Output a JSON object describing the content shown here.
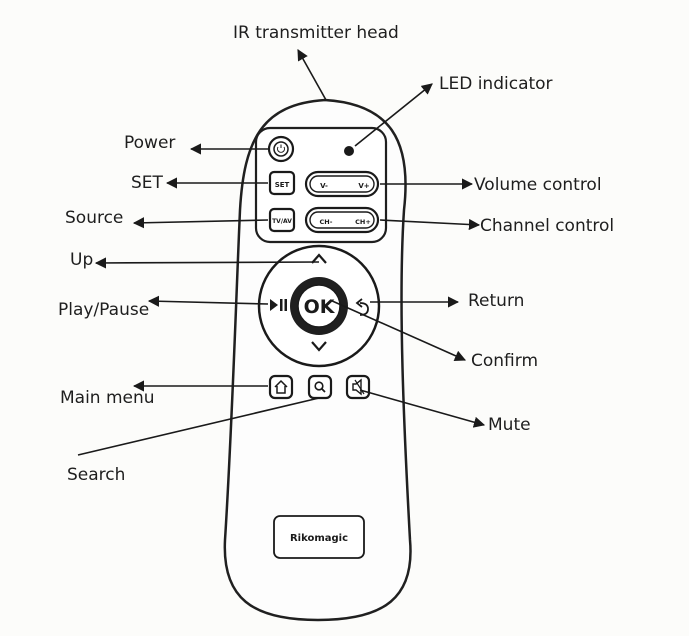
{
  "labels": {
    "ir_head": "IR transmitter head",
    "led": "LED indicator",
    "power": "Power",
    "set": "SET",
    "volume": "Volume control",
    "source": "Source",
    "channel": "Channel control",
    "up": "Up",
    "play_pause": "Play/Pause",
    "return": "Return",
    "confirm": "Confirm",
    "main_menu": "Main menu",
    "mute": "Mute",
    "search": "Search"
  },
  "keys": {
    "set": "SET",
    "tvav": "TV/AV",
    "vol_minus": "V-",
    "vol_plus": "V+",
    "ch_minus": "CH-",
    "ch_plus": "CH+",
    "ok": "OK"
  },
  "brand": "Rikomagic"
}
